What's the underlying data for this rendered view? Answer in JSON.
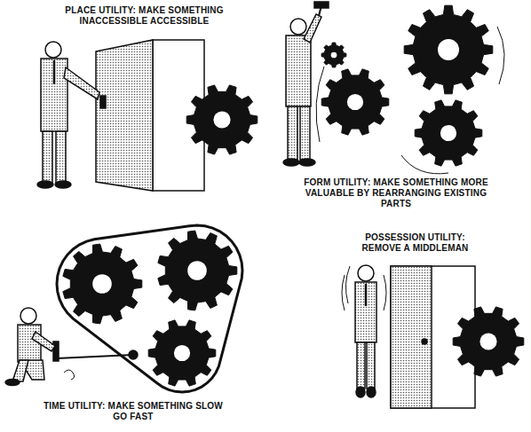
{
  "diagram": {
    "labels": [
      "PLACE UTILITY: MAKE SOMETHING INACCESSIBLE ACCESSIBLE",
      "FORM UTILITY: MAKE SOMETHING MORE VALUABLE BY REARRANGING EXISTING PARTS",
      "TIME UTILITY: MAKE SOMETHING SLOW GO FAST",
      "POSSESSION UTILITY: REMOVE A MIDDLEMAN"
    ]
  }
}
